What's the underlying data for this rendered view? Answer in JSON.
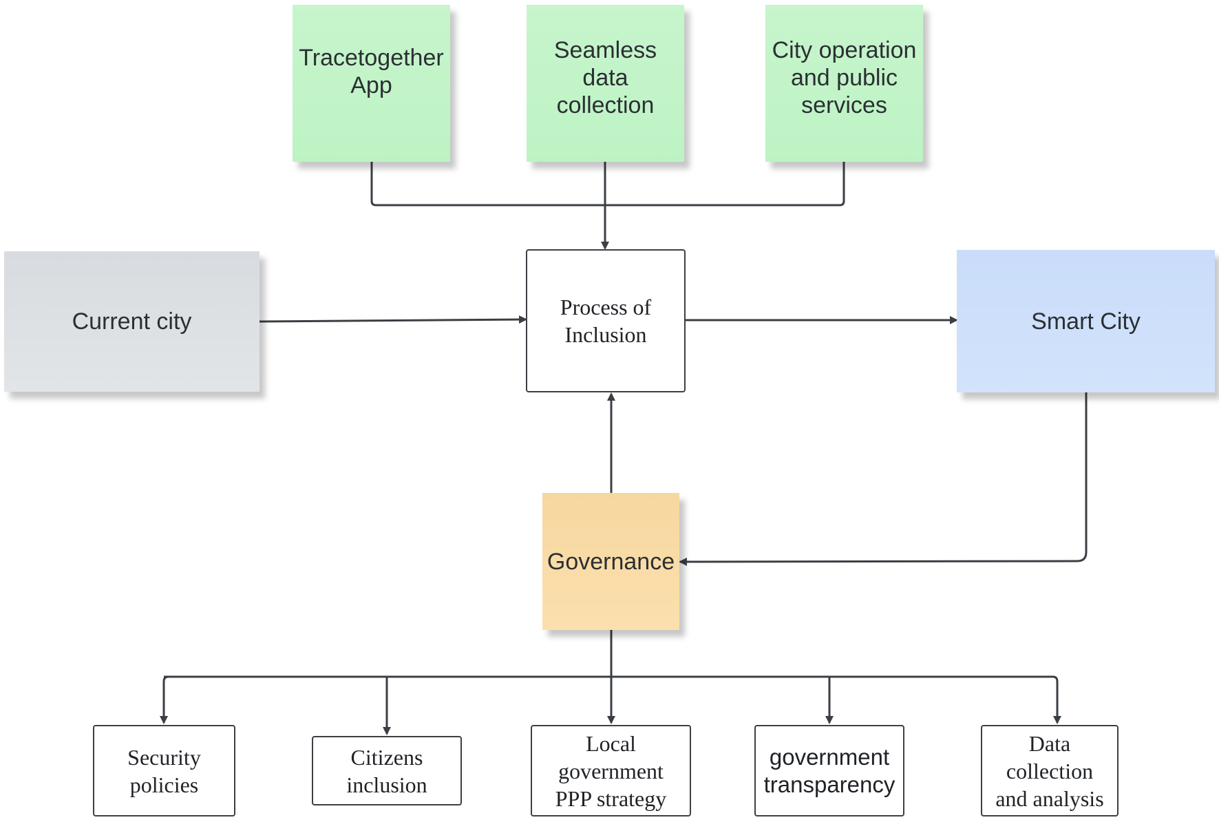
{
  "nodes": {
    "tracetogether": "Tracetogether\nApp",
    "seamless": "Seamless\ndata\ncollection",
    "city_ops": "City operation\nand public\nservices",
    "current_city": "Current city",
    "process": "Process of\nInclusion",
    "smart_city": "Smart City",
    "governance": "Governance",
    "security": "Security\npolicies",
    "citizens": "Citizens\ninclusion",
    "local_gov": "Local\ngovernment\nPPP strategy",
    "transparency": "government\ntransparency",
    "data_collection": "Data\ncollection\nand analysis"
  },
  "colors": {
    "line": "#3b3f44",
    "green": "#bdf3c4",
    "grey": "#dfe2e5",
    "blue": "#cfe1fb",
    "orange": "#fadca8"
  }
}
